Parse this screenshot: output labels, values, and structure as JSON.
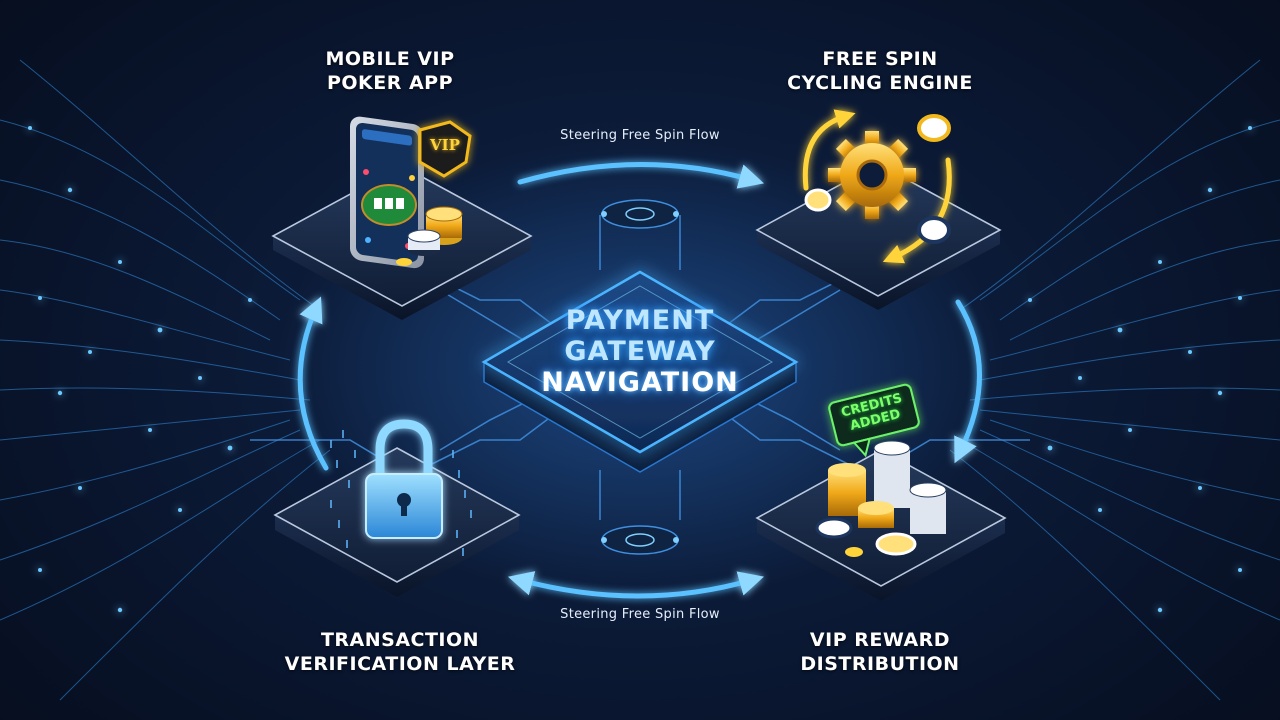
{
  "diagram": {
    "center": {
      "line1": "PAYMENT",
      "line2": "GATEWAY",
      "line3": "NAVIGATION"
    },
    "nodes": {
      "top_left": {
        "line1": "MOBILE VIP",
        "line2": "POKER APP"
      },
      "top_right": {
        "line1": "FREE SPIN",
        "line2": "CYCLING ENGINE"
      },
      "bottom_left": {
        "line1": "TRANSACTION",
        "line2": "VERIFICATION LAYER"
      },
      "bottom_right": {
        "line1": "VIP REWARD",
        "line2": "DISTRIBUTION"
      }
    },
    "flows": {
      "top": "Steering Free Spin Flow",
      "bottom": "Steering Free Spin Flow"
    },
    "phone_badge": "VIP",
    "credits_badge": {
      "line1": "CREDITS",
      "line2": "ADDED"
    }
  },
  "colors": {
    "background": "#0a1731",
    "accent_blue": "#39a9ff",
    "gold": "#f2b91d",
    "badge_green": "#7dff6a"
  },
  "icons": [
    "smartphone-icon",
    "vip-shield-icon",
    "chip-stack-icon",
    "gear-icon",
    "padlock-icon",
    "coin-stack-icon"
  ]
}
